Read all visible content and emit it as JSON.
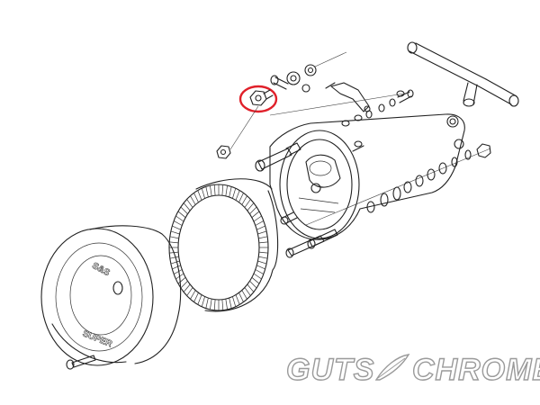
{
  "figure": {
    "type": "exploded parts diagram",
    "highlight_color": "#e0202a",
    "line_color": "#222222",
    "background": "#ffffff"
  },
  "cover": {
    "emblem_top": "S&S",
    "emblem_bottom": "SUPER"
  },
  "watermark": {
    "left_word": "GUTS",
    "right_word": "CHROME",
    "separator_icon": "feather-icon",
    "color": "#9a9a9a"
  }
}
